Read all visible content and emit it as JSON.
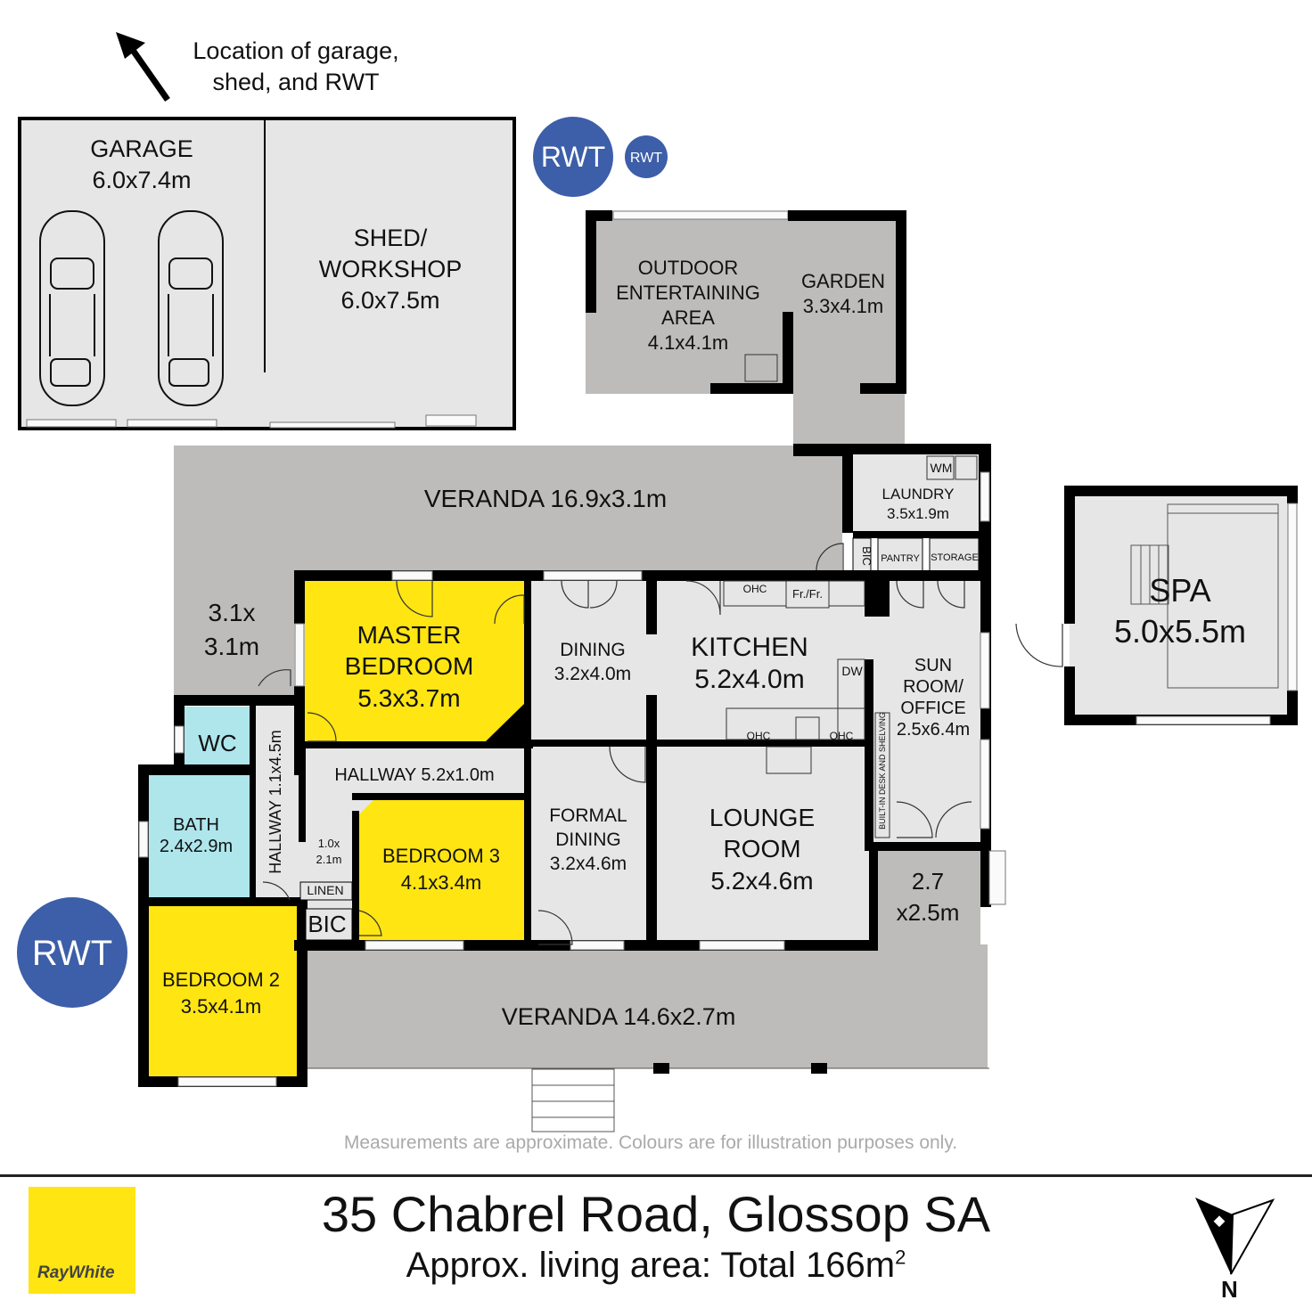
{
  "annotation": {
    "arrow_label_line1": "Location of garage,",
    "arrow_label_line2": "shed, and RWT"
  },
  "rwt_badges": [
    {
      "label": "RWT",
      "color": "#3d5ea8"
    },
    {
      "label": "RWT",
      "color": "#3d5ea8"
    },
    {
      "label": "RWT",
      "color": "#3d5ea8"
    }
  ],
  "rooms": {
    "garage": {
      "name": "GARAGE",
      "size": "6.0x7.4m"
    },
    "shed": {
      "name1": "SHED/",
      "name2": "WORKSHOP",
      "size": "6.0x7.5m"
    },
    "outdoor": {
      "name1": "OUTDOOR",
      "name2": "ENTERTAINING",
      "name3": "AREA",
      "size": "4.1x4.1m"
    },
    "garden": {
      "name": "GARDEN",
      "size": "3.3x4.1m"
    },
    "veranda_north": {
      "name": "VERANDA 16.9x3.1m"
    },
    "laundry": {
      "name": "LAUNDRY",
      "size": "3.5x1.9m",
      "wm": "WM"
    },
    "bic_laundry": {
      "name": "BIC"
    },
    "pantry": {
      "name": "PANTRY"
    },
    "storage": {
      "name": "STORAGE"
    },
    "spa": {
      "name": "SPA",
      "size": "5.0x5.5m"
    },
    "veranda_nw": {
      "line1": "3.1x",
      "line2": "3.1m"
    },
    "master": {
      "name1": "MASTER",
      "name2": "BEDROOM",
      "size": "5.3x3.7m"
    },
    "dining": {
      "name": "DINING",
      "size": "3.2x4.0m"
    },
    "kitchen": {
      "name": "KITCHEN",
      "size": "5.2x4.0m",
      "ohc": "OHC",
      "fridge": "Fr./Fr.",
      "dw": "DW"
    },
    "sunroom": {
      "name1": "SUN",
      "name2": "ROOM/",
      "name3": "OFFICE",
      "size": "2.5x6.4m",
      "desk": "BUILT-IN DESK AND SHELVING"
    },
    "wc": {
      "name": "WC"
    },
    "bath": {
      "name": "BATH",
      "size": "2.4x2.9m"
    },
    "hallway_v": {
      "name": "HALLWAY 1.1x4.5m"
    },
    "hallway_h": {
      "name": "HALLWAY 5.2x1.0m"
    },
    "hall_nook": {
      "line1": "1.0x",
      "line2": "2.1m"
    },
    "linen": {
      "name": "LINEN"
    },
    "bic_bed": {
      "name": "BIC"
    },
    "bedroom3": {
      "name": "BEDROOM 3",
      "size": "4.1x3.4m"
    },
    "formal": {
      "name1": "FORMAL",
      "name2": "DINING",
      "size": "3.2x4.6m"
    },
    "lounge": {
      "name1": "LOUNGE",
      "name2": "ROOM",
      "size": "5.2x4.6m"
    },
    "veranda_se": {
      "line1": "2.7",
      "line2": "x2.5m"
    },
    "bedroom2": {
      "name": "BEDROOM 2",
      "size": "3.5x4.1m"
    },
    "veranda_south": {
      "name": "VERANDA 14.6x2.7m"
    }
  },
  "colors": {
    "bedroom": "#ffe512",
    "wet_area": "#aee6ec",
    "interior": "#e6e6e6",
    "outdoor": "#bdbcbb",
    "wall": "#000000"
  },
  "footer": {
    "disclaimer": "Measurements are approximate. Colours are for illustration purposes only.",
    "address": "35 Chabrel Road, Glossop SA",
    "area_prefix": "Approx. living area: Total 166m",
    "area_sup": "2",
    "logo_text": "RayWhite",
    "north": "N"
  }
}
